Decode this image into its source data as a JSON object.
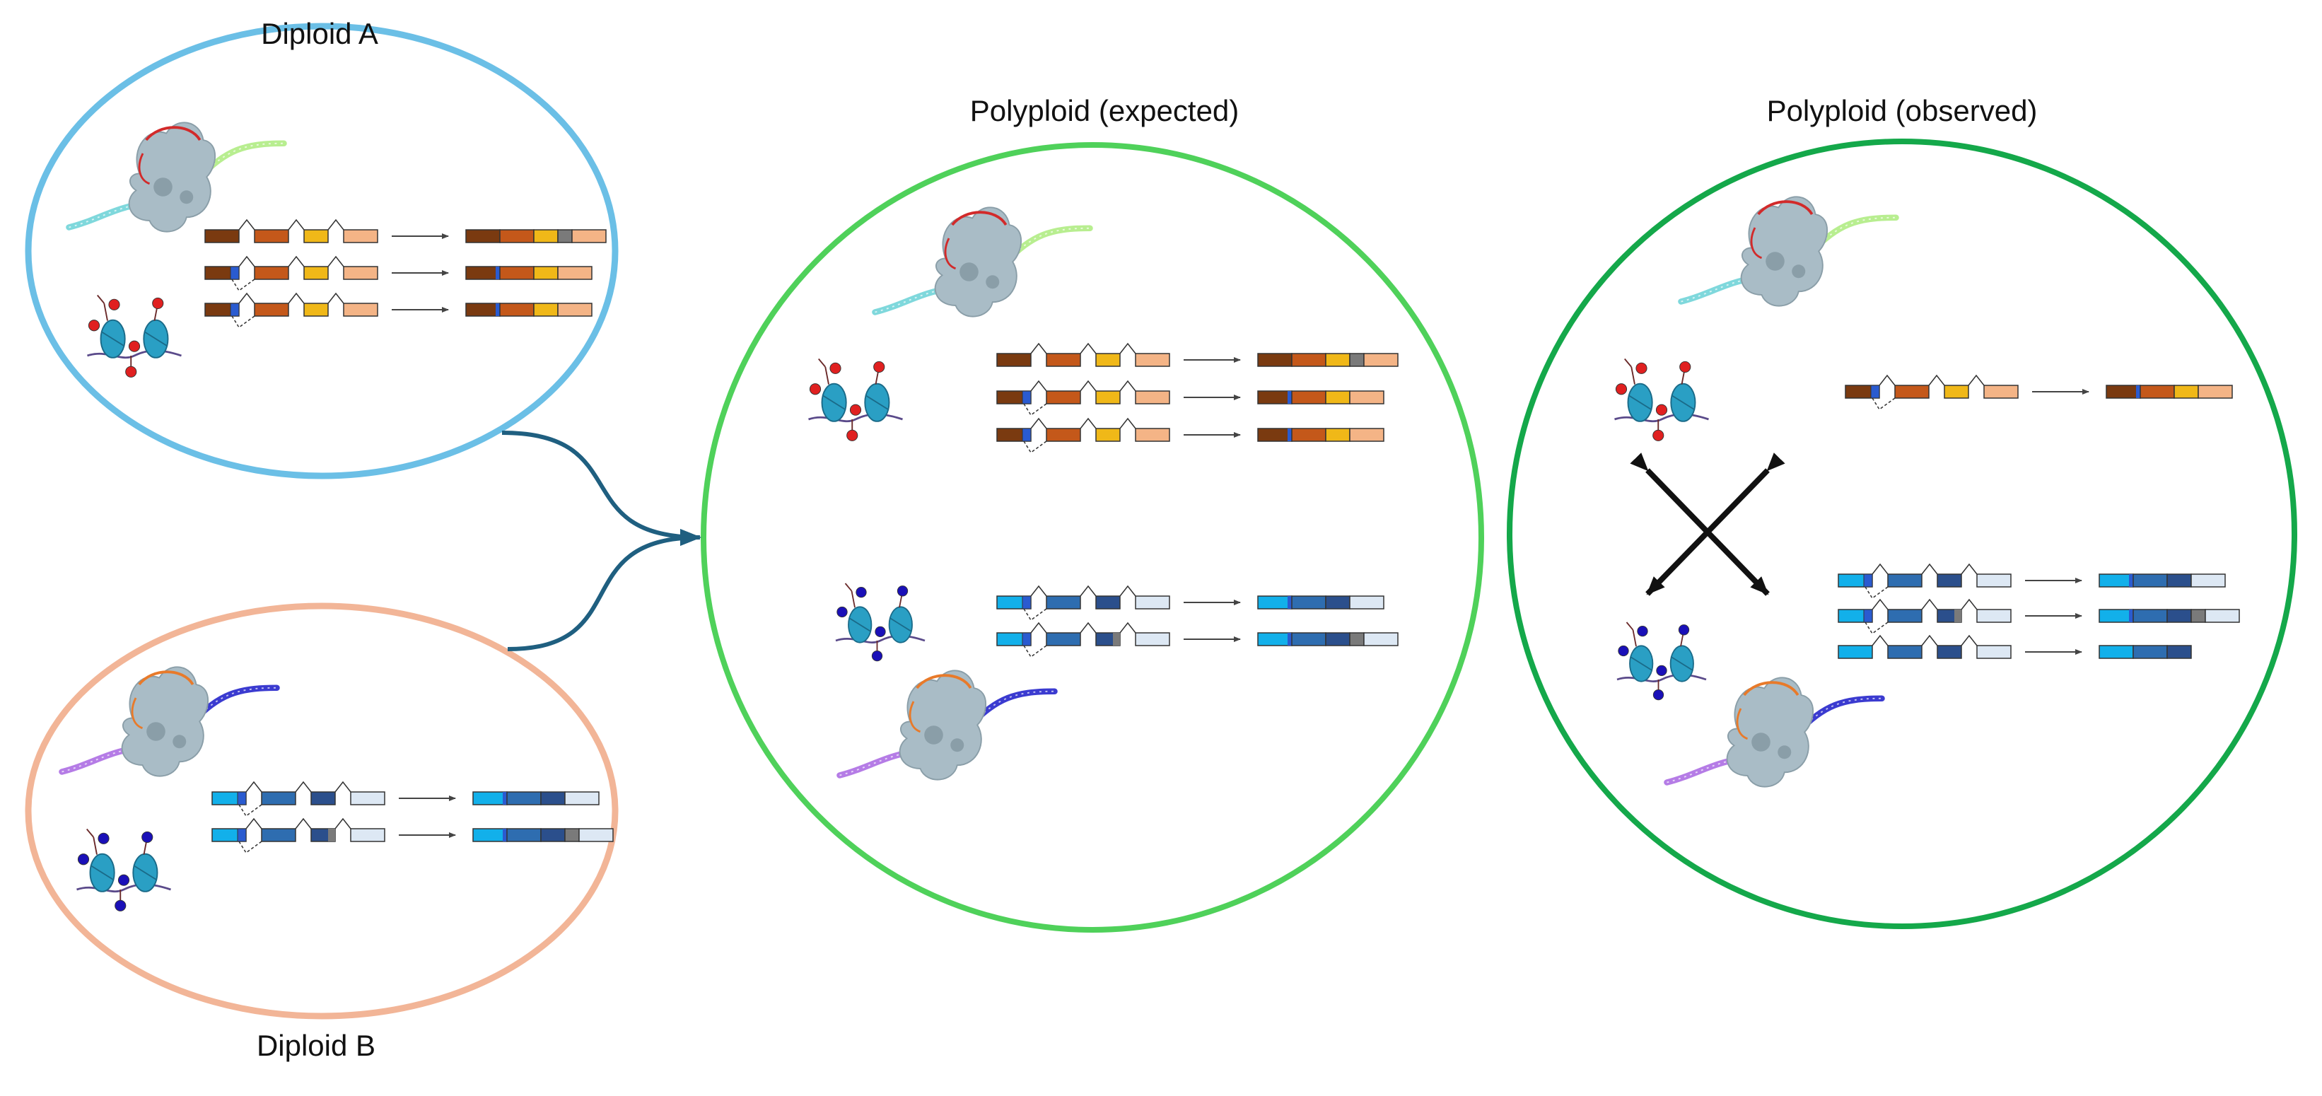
{
  "panels": {
    "diploid_a": {
      "title": "Diploid A"
    },
    "diploid_b": {
      "title": "Diploid B"
    },
    "polyploid_expected": {
      "title": "Polyploid (expected)"
    },
    "polyploid_observed": {
      "title": "Polyploid (observed)"
    }
  },
  "colors": {
    "ring_a": "#6bbfe6",
    "ring_b": "#f2b597",
    "ring_expected": "#4fd15a",
    "ring_observed": "#14a84a",
    "merge_arrow": "#1f5f80",
    "mark_a": "#e02020",
    "mark_b": "#1a10b8",
    "nucleosome": "#2a9fc4",
    "ribosome": "#a9bcc6",
    "mrna_cyan": "#7fd8dc",
    "mrna_green": "#b8ee90",
    "mrna_purple": "#b57ce6",
    "mrna_blue": "#3b3bd0",
    "orange_exons": [
      "#7a3a10",
      "#c4581a",
      "#f0b818",
      "#f4b486"
    ],
    "blue_exons": [
      "#12b0ea",
      "#2e6db0",
      "#2b4f8c",
      "#dde8f4"
    ],
    "alt_blue": "#2a5bd0",
    "alt_grey": "#7a7a7a"
  },
  "icons": [
    "ribosome-icon",
    "chromatin-icon",
    "mrna-icon",
    "gene-model-icon",
    "cross-arrow-icon"
  ]
}
